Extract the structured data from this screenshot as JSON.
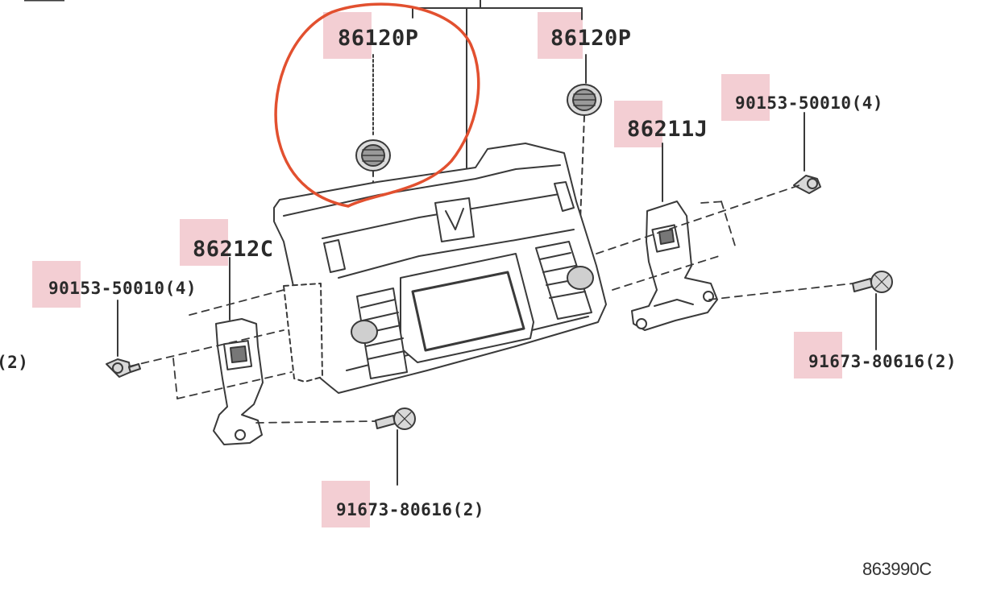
{
  "callouts": {
    "knob_left": "86120P",
    "knob_right": "86120P",
    "bracket_right": "86211J",
    "bracket_left": "86212C",
    "screw_top_right": "90153-50010(4)",
    "screw_left": "90153-50010(4)",
    "bolt_right": "91673-80616(2)",
    "bolt_bottom": "91673-80616(2)",
    "cut_left": "(2)"
  },
  "diagram_code": "863990C",
  "colors": {
    "highlight": "#f1c6cb",
    "annotation_circle": "#e2502f",
    "line_art": "#3a3a3a"
  }
}
